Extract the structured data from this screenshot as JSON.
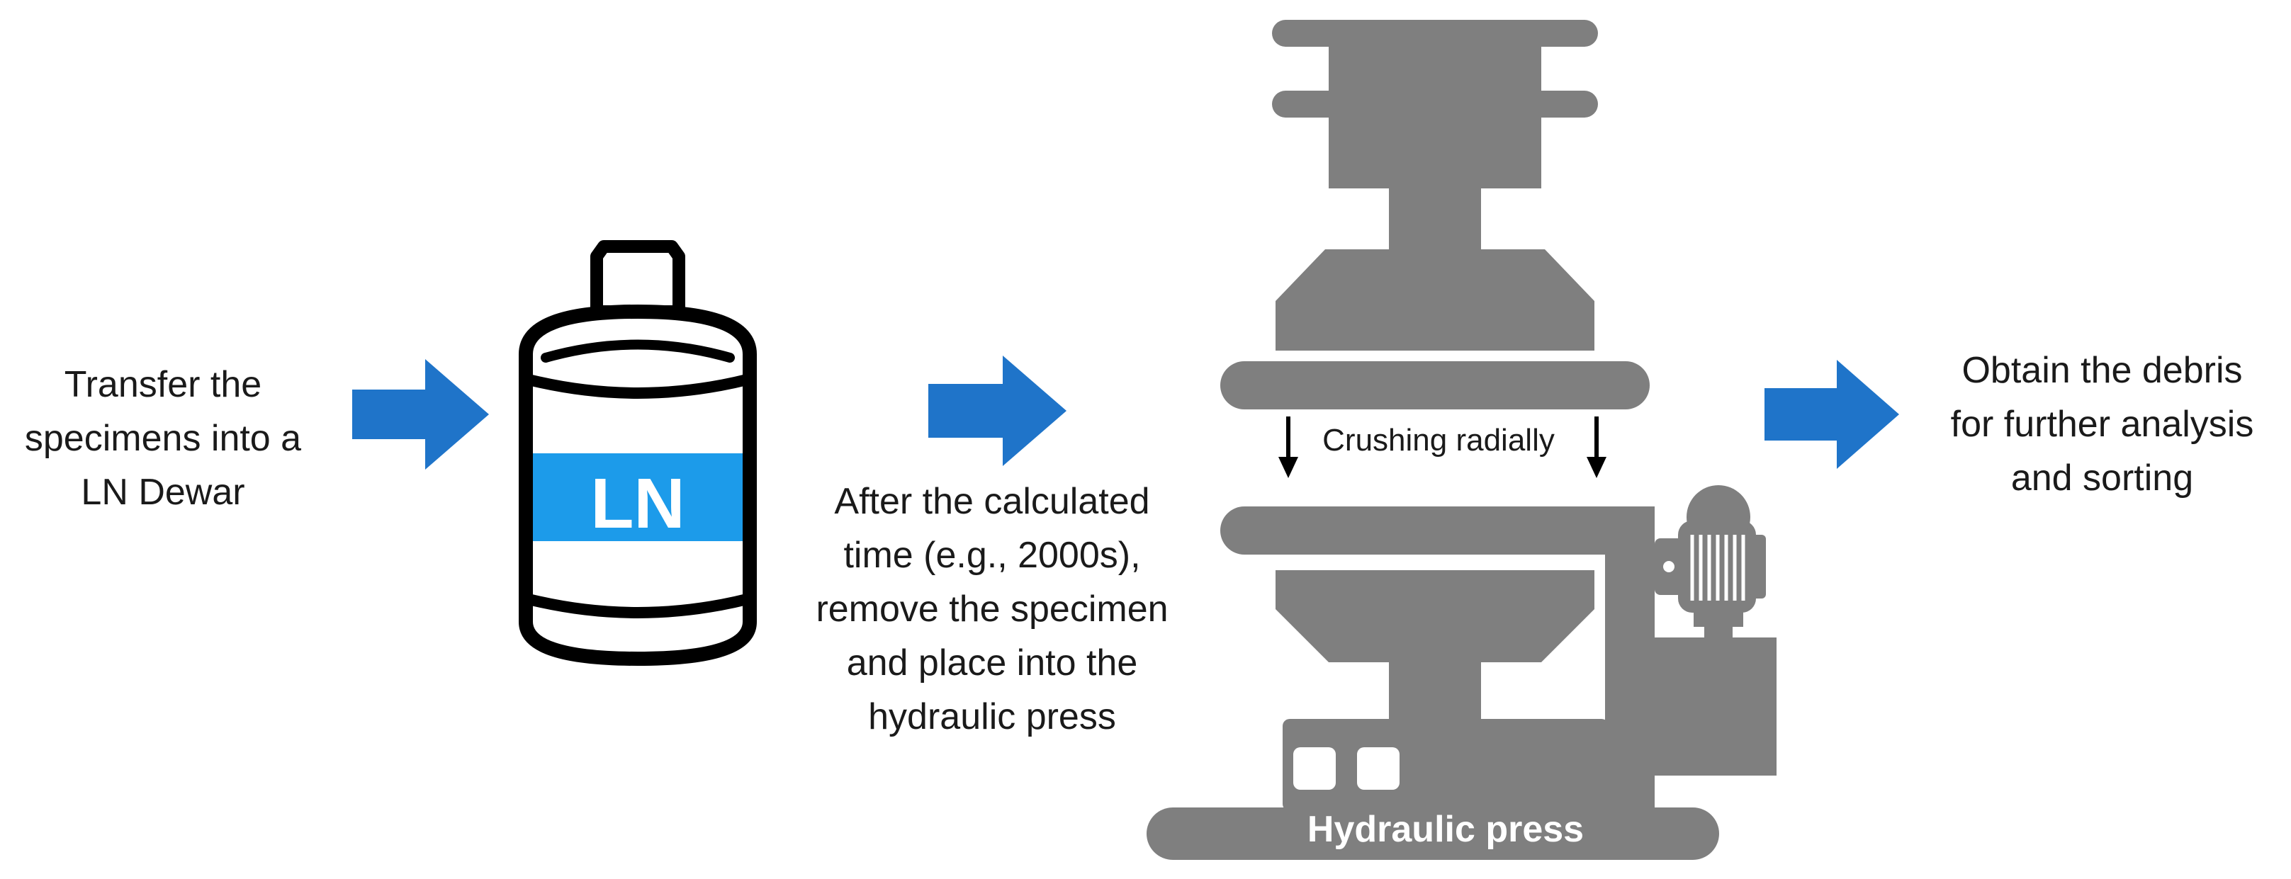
{
  "steps": [
    {
      "lines": [
        "Transfer the",
        "specimens into a",
        "LN Dewar"
      ]
    },
    {
      "lines": [
        "After the calculated",
        "time (e.g., 2000s),",
        "remove the specimen",
        "and place into the",
        "hydraulic press"
      ]
    },
    {
      "lines": [
        "Obtain the debris",
        "for further analysis",
        "and sorting"
      ]
    }
  ],
  "dewar": {
    "label": "LN"
  },
  "press": {
    "label": "Hydraulic press",
    "action_label": "Crushing radially"
  },
  "colors": {
    "arrow": "#1f74c9",
    "dewar_band": "#1c9bea",
    "machine": "#7f7f7f",
    "outline": "#000000"
  }
}
